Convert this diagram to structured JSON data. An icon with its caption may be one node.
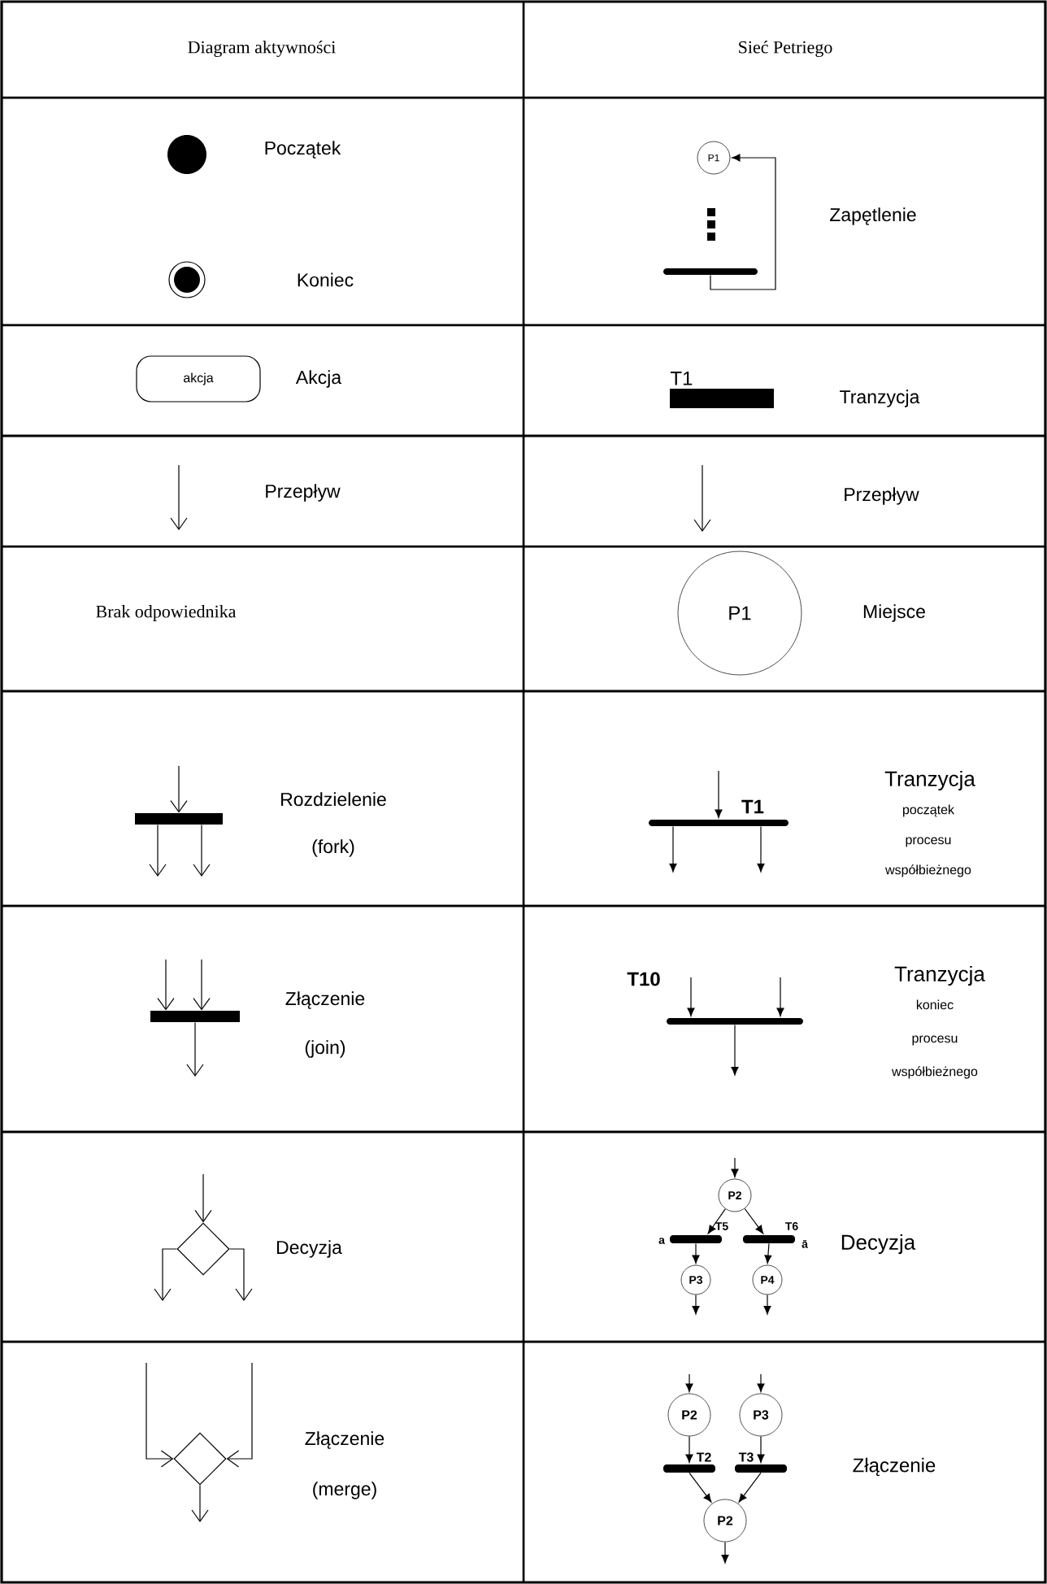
{
  "diagram": {
    "nodes": [
      {
        "text": [],
        "shape": "circle"
      },
      {
        "text": [],
        "shape": "circle"
      },
      {
        "text": [
          "P1"
        ]
      },
      {
        "text": [],
        "shape": "bar"
      },
      {
        "text": [
          "akcja"
        ]
      },
      {
        "text": [
          "T1"
        ]
      },
      {
        "text": [
          "P1"
        ]
      },
      {
        "text": [],
        "shape": "bar"
      },
      {
        "text": [
          "T1"
        ]
      },
      {
        "text": [],
        "shape": "bar"
      },
      {
        "text": [
          "T10"
        ]
      },
      {
        "text": [],
        "shape": "diamond"
      },
      {
        "text": [
          "P2"
        ]
      },
      {
        "text": [
          "T5"
        ],
        "beside": [
          "a"
        ]
      },
      {
        "text": [
          "T6"
        ],
        "beside": [
          "ā"
        ]
      },
      {
        "text": [
          "P3"
        ]
      },
      {
        "text": [
          "P4"
        ]
      },
      {
        "text": [],
        "shape": "diamond"
      },
      {
        "text": [
          "P2"
        ]
      },
      {
        "text": [
          "P3"
        ]
      },
      {
        "text": [
          "T2"
        ]
      },
      {
        "text": [
          "T3"
        ]
      },
      {
        "text": [
          "P2"
        ]
      }
    ],
    "edges": [
      {
        "from": 3,
        "to": 2,
        "arrow": "to"
      },
      {
        "from": null,
        "to": 7,
        "arrow": "to"
      },
      {
        "from": 7,
        "to": null,
        "arrow": "to"
      },
      {
        "from": 7,
        "to": null,
        "arrow": "to"
      },
      {
        "from": null,
        "to": 8,
        "arrow": "to"
      },
      {
        "from": 8,
        "to": null,
        "arrow": "to"
      },
      {
        "from": 8,
        "to": null,
        "arrow": "to"
      },
      {
        "from": null,
        "to": 9,
        "arrow": "to"
      },
      {
        "from": null,
        "to": 9,
        "arrow": "to"
      },
      {
        "from": 9,
        "to": null,
        "arrow": "to"
      },
      {
        "from": null,
        "to": 10,
        "arrow": "to"
      },
      {
        "from": null,
        "to": 10,
        "arrow": "to"
      },
      {
        "from": 10,
        "to": null,
        "arrow": "to"
      },
      {
        "from": null,
        "to": 11,
        "arrow": "to"
      },
      {
        "from": 11,
        "to": null,
        "arrow": "to"
      },
      {
        "from": 11,
        "to": null,
        "arrow": "to"
      },
      {
        "from": null,
        "to": 12,
        "arrow": "to"
      },
      {
        "from": 12,
        "to": 13,
        "arrow": "to"
      },
      {
        "from": 12,
        "to": 14,
        "arrow": "to"
      },
      {
        "from": 13,
        "to": 15,
        "arrow": "to"
      },
      {
        "from": 14,
        "to": 16,
        "arrow": "to"
      },
      {
        "from": 15,
        "to": null,
        "arrow": "to"
      },
      {
        "from": 16,
        "to": null,
        "arrow": "to"
      },
      {
        "from": null,
        "to": 17,
        "arrow": "to"
      },
      {
        "from": null,
        "to": 17,
        "arrow": "to"
      },
      {
        "from": 17,
        "to": null,
        "arrow": "to"
      },
      {
        "from": null,
        "to": 18,
        "arrow": "to"
      },
      {
        "from": null,
        "to": 19,
        "arrow": "to"
      },
      {
        "from": 18,
        "to": 20,
        "arrow": "to"
      },
      {
        "from": 19,
        "to": 21,
        "arrow": "to"
      },
      {
        "from": 20,
        "to": 22,
        "arrow": "to"
      },
      {
        "from": 21,
        "to": 22,
        "arrow": "to"
      },
      {
        "from": 22,
        "to": null,
        "arrow": "to"
      }
    ],
    "labels": [
      "Diagram aktywności",
      "Sieć Petriego",
      "Początek",
      "Zapętlenie",
      "Koniec",
      "Akcja",
      "Tranzycja",
      "Przepływ",
      "Przepływ",
      "Brak odpowiednika",
      "Miejsce",
      "Rozdzielenie (fork)",
      "Tranzycja",
      "początek procesu współbieżnego",
      "Złączenie (join)",
      "Tranzycja",
      "koniec procesu współbieżnego",
      "Decyzja",
      "Decyzja",
      "Złączenie (merge)",
      "Złączenie"
    ]
  }
}
